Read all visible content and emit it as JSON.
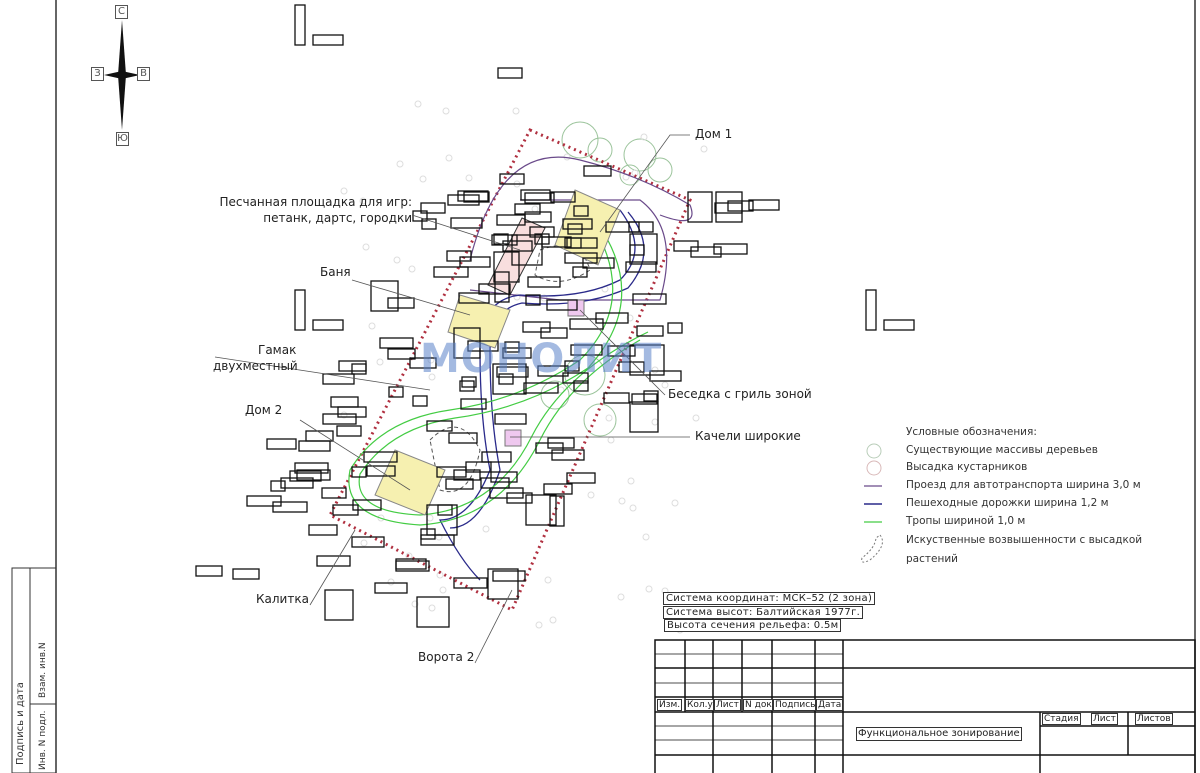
{
  "compass": {
    "north": "С",
    "south": "Ю",
    "west": "З",
    "east": "В"
  },
  "watermark": "МОНОЛИТ",
  "labels": {
    "house1": "Дом 1",
    "sandbox_line1": "Песчанная площадка для игр:",
    "sandbox_line2": "петанк, дартс, городки",
    "banya": "Баня",
    "hammock_line1": "Гамак",
    "hammock_line2": "двухместный",
    "house2": "Дом 2",
    "wicket": "Калитка",
    "gate2": "Ворота 2",
    "gazebo": "Беседка с гриль зоной",
    "swings": "Качели широкие"
  },
  "legend": {
    "title": "Условные обозначения:",
    "items": [
      {
        "label": "Существующие массивы деревьев",
        "color": "#b9cdb9"
      },
      {
        "label": "Высадка кустарников",
        "color": "#d9b9b9"
      },
      {
        "label": "Проезд для автотранспорта ширина 3,0 м",
        "color": "#6a4a8a"
      },
      {
        "label": "Пешеходные дорожки ширина 1,2 м",
        "color": "#2a2a8a"
      },
      {
        "label": "Тропы шириной 1,0 м",
        "color": "#44cc44"
      },
      {
        "label": "Искуственные возвышенности с высадкой",
        "label2": "растений"
      }
    ]
  },
  "info": {
    "coords": "Система координат: МСК–52 (2 зона)",
    "heights": "Система высот: Балтийская 1977г.",
    "relief": "Высота сечения рельефа: 0.5м"
  },
  "title_block": {
    "headers": [
      "Изм.",
      "Кол.уч",
      "Лист",
      "N док",
      "Подпись",
      "Дата"
    ],
    "sheet_title": "Функциональное зонирование",
    "stage": "Стадия",
    "sheet": "Лист",
    "sheets": "Листов"
  },
  "side_strip": {
    "text1": "Подпись и дата",
    "text2": "Инв. N подл.",
    "text3": "Взам. инв.N"
  },
  "colors": {
    "boundary": "#b03040",
    "house": "#f6f0b0",
    "drive": "#6a4a8a",
    "walk": "#2a2a8a",
    "trail": "#44cc44"
  }
}
